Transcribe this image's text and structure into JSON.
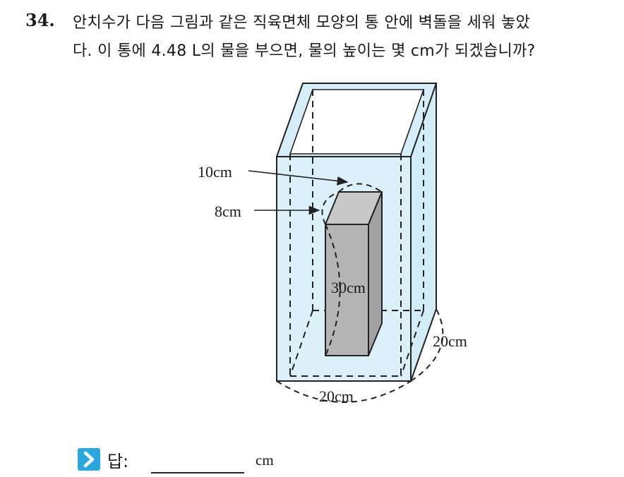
{
  "question": {
    "number": "34.",
    "line1": "안치수가 다음 그림과 같은 직육면체 모양의 통 안에 벽돌을 세워 놓았",
    "line2": "다. 이 통에 4.48 L의 물을 부으면, 물의 높이는 몇 cm가 되겠습니까?"
  },
  "figure": {
    "labels": {
      "brick_width": "10cm",
      "brick_depth": "8cm",
      "brick_height": "30cm",
      "container_depth": "20cm",
      "container_width": "20cm"
    },
    "colors": {
      "water": "#dcf0fa",
      "brick_front": "#b4b4b4",
      "brick_side": "#a2a2a2",
      "brick_top": "#c8c8c8",
      "line": "#222222"
    }
  },
  "answer": {
    "label": "답:",
    "unit": "cm",
    "icon": "chevron-right-icon"
  }
}
